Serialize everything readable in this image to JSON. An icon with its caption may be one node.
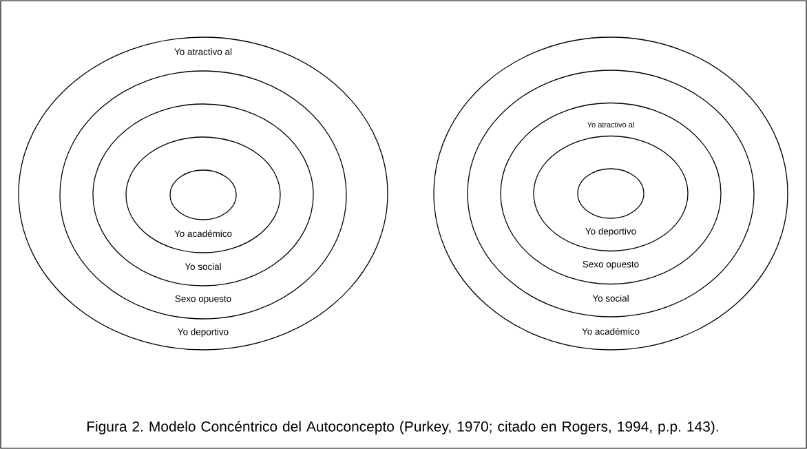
{
  "diagram": {
    "caption": "Figura 2. Modelo Concéntrico del Autoconcepto (Purkey, 1970; citado en Rogers, 1994, p.p. 143).",
    "nodes": [
      {
        "text": [
          "Yo atractivo al",
          "Yo deportivo"
        ]
      },
      {
        "text": [
          "Sexo opuesto"
        ],
        "in": 0
      },
      {
        "text": [
          "Yo social"
        ],
        "in": 1
      },
      {
        "text": [
          "Yo académico"
        ],
        "in": 2
      },
      {
        "text": [],
        "shape": "circle",
        "in": 3
      },
      {
        "text": [
          "Yo académico"
        ]
      },
      {
        "text": [
          "Yo social"
        ],
        "in": 5
      },
      {
        "text": [
          "Yo atractivo al",
          "Sexo opuesto"
        ],
        "in": 6
      },
      {
        "text": [
          "Yo deportivo"
        ],
        "in": 7
      },
      {
        "text": [],
        "shape": "circle",
        "in": 8
      }
    ],
    "edges": []
  }
}
